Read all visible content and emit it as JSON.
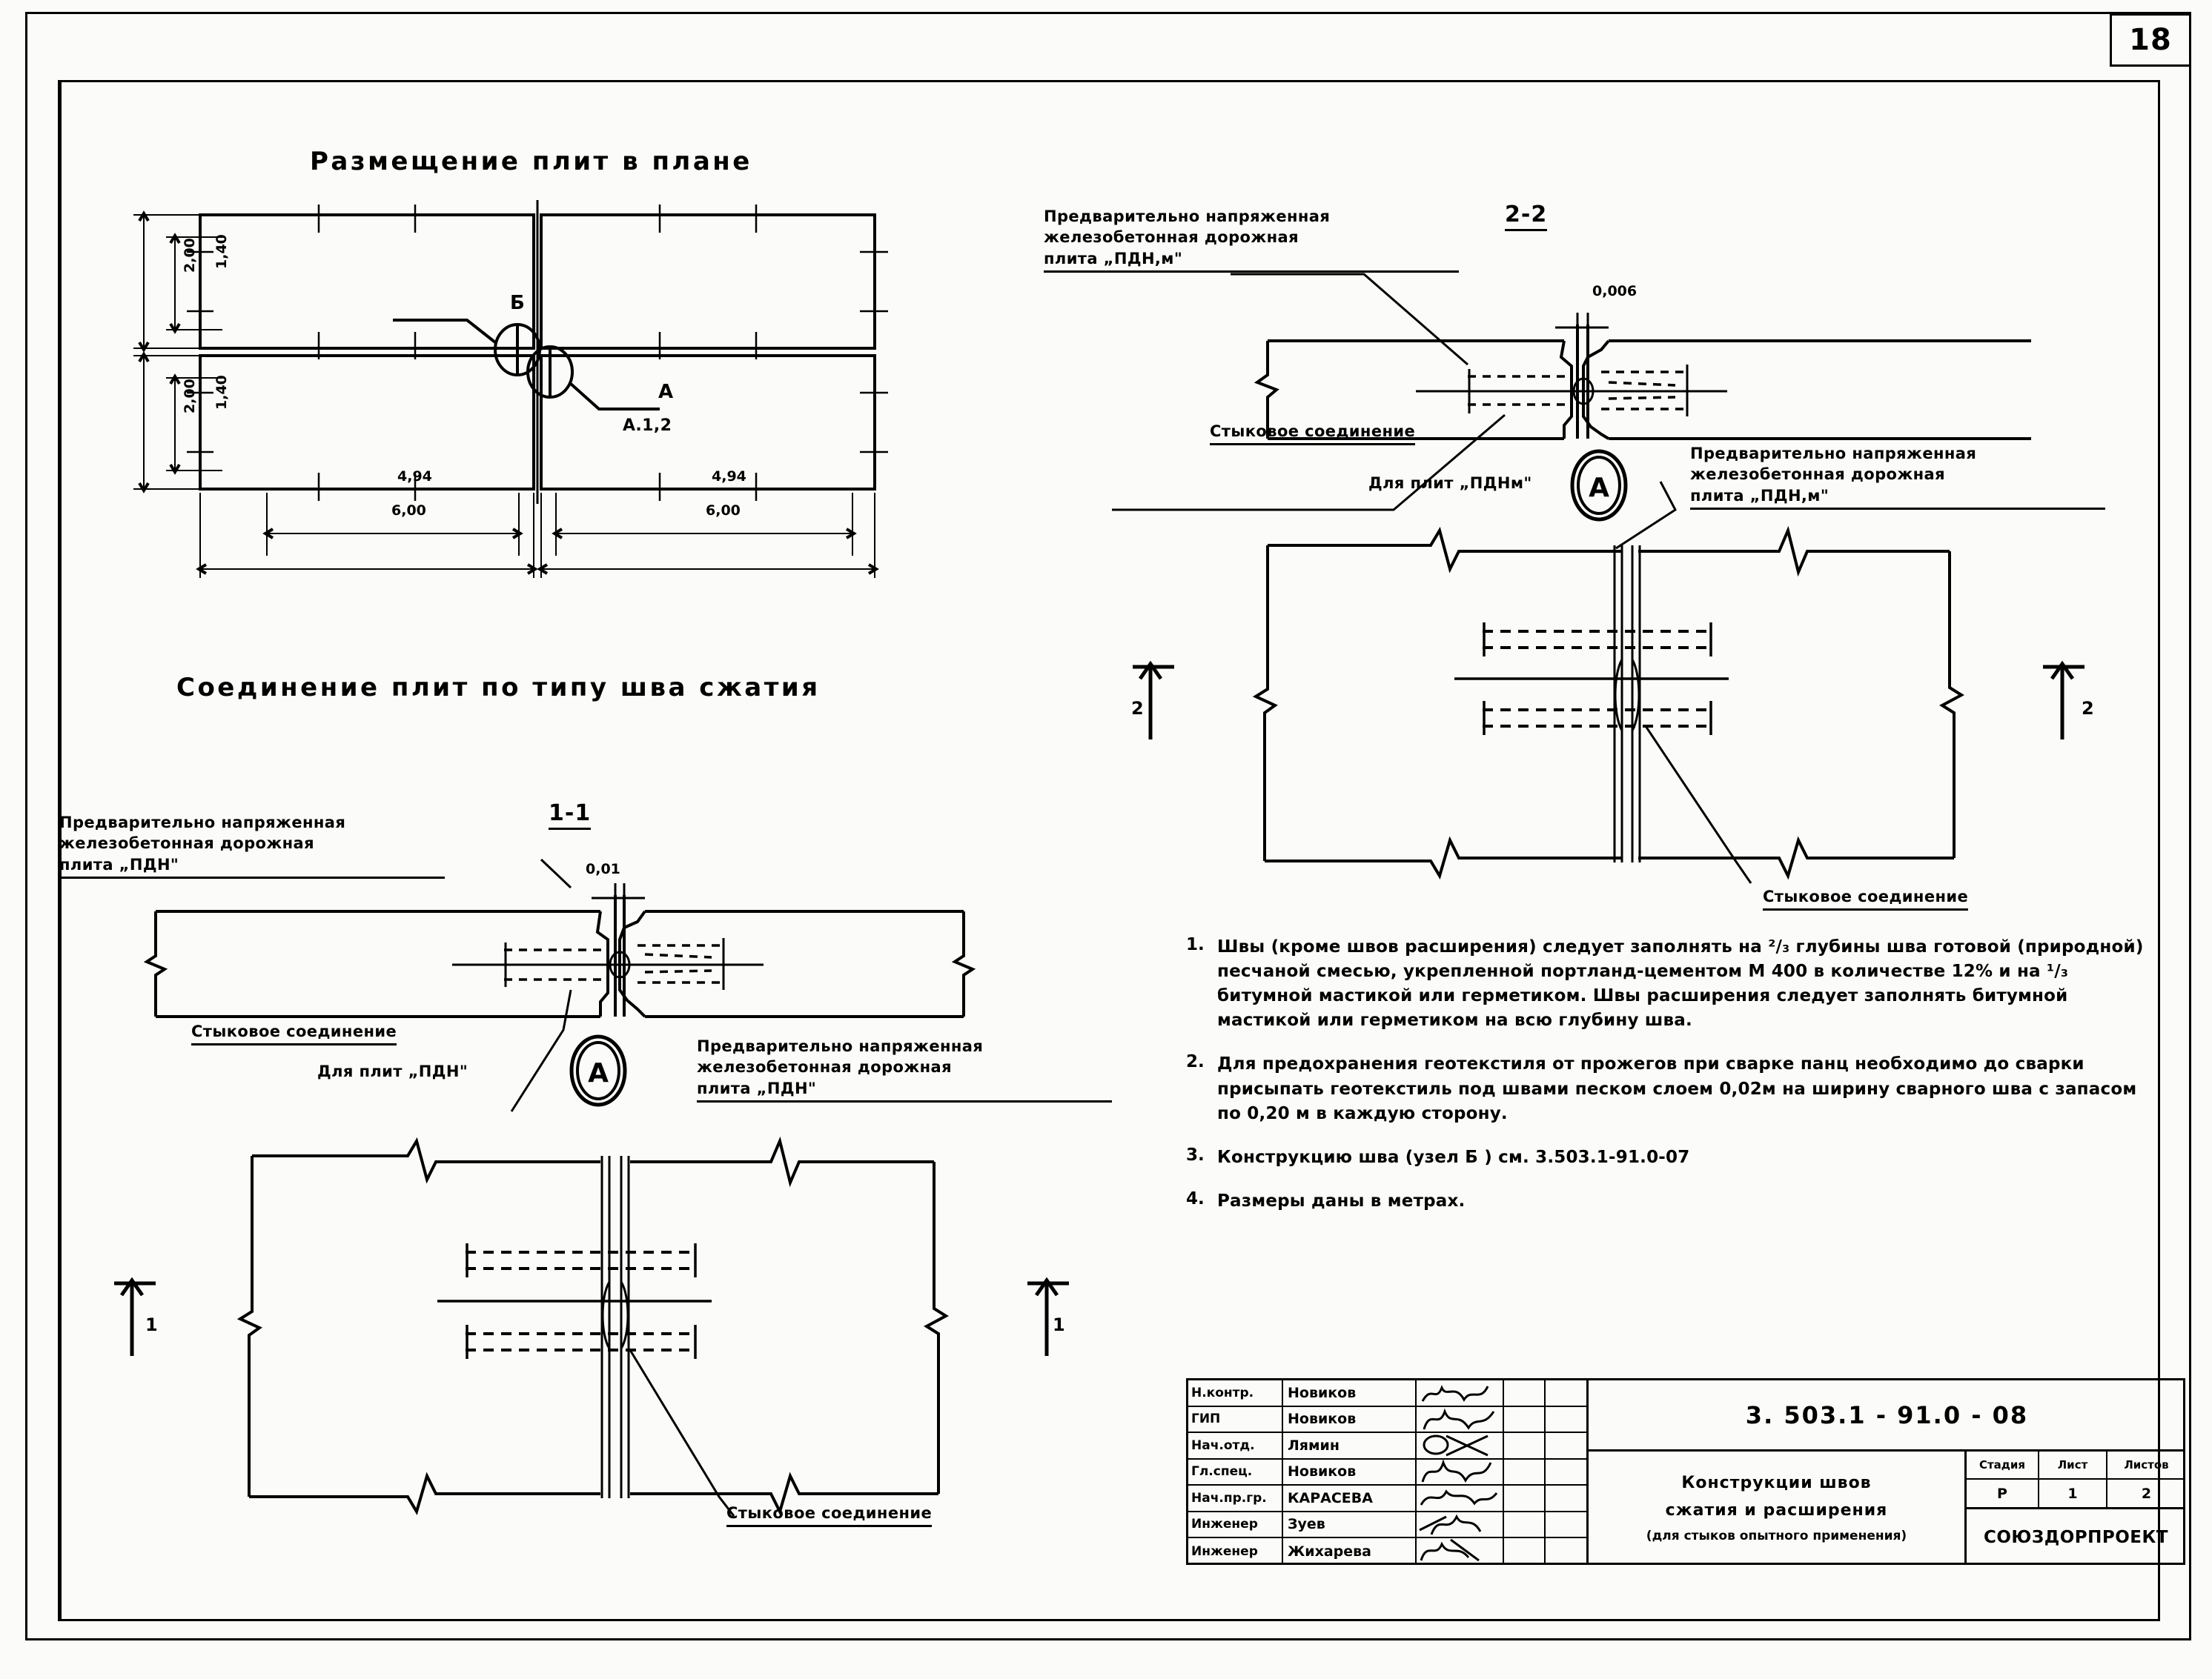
{
  "sheet": {
    "number": "18"
  },
  "sections": {
    "plan_title": "Размещение  плит  в   плане",
    "joint_title": "Соединение  плит по типу шва сжатия",
    "sec11": "1-1",
    "sec22": "2-2"
  },
  "plan": {
    "dim_v_outer_top": "2,00",
    "dim_v_inner_top": "1,40",
    "dim_v_outer_bot": "2,00",
    "dim_v_inner_bot": "1,40",
    "dim_h_inner_left": "4,94",
    "dim_h_outer_left": "6,00",
    "dim_h_inner_right": "4,94",
    "dim_h_outer_right": "6,00",
    "node_b": "Б",
    "node_a": "А",
    "node_a_sub": "А.1,2"
  },
  "labels": {
    "plate_pdn_l1": "Предварительно напряженная",
    "plate_pdn_l2": "железобетонная  дорожная",
    "plate_pdn_l3": "плита „ПДН\"",
    "plate_pdnm_l1": "Предварительно напряженная",
    "plate_pdnm_l2": "железобетонная  дорожная",
    "plate_pdnm_l3": "плита „ПДН,м\"",
    "joint_conn": "Стыковое соединение",
    "for_plates_pdn": "Для плит „ПДН\"",
    "for_plates_pdnm": "Для плит „ПДНм\"",
    "detail_a": "А",
    "dim_001": "0,01",
    "dim_0006": "0,006",
    "mark_1": "1",
    "mark_2": "2"
  },
  "notes": [
    {
      "num": "1.",
      "text": "Швы (кроме швов расширения) следует заполнять на ²/₃ глубины шва готовой (природной) песчаной  смесью, укрепленной портланд-цементом М 400 в количестве 12% и на ¹/₃ битумной мастикой или герметиком. Швы расширения  следует заполнять битумной мастикой или герметиком на всю глубину шва."
    },
    {
      "num": "2.",
      "text": "Для предохранения геотекстиля от прожегов при сварке панц необходимо до сварки присыпать геотекстиль под швами песком слоем 0,02м  на  ширину сварного шва с запасом по 0,20 м в каждую  сторону."
    },
    {
      "num": "3.",
      "text": "Конструкцию шва (узел  Б ) см.  3.503.1-91.0-07"
    },
    {
      "num": "4.",
      "text": "Размеры  даны  в  метрах."
    }
  ],
  "title_block": {
    "rows": [
      {
        "role": "Н.контр.",
        "name": "Новиков"
      },
      {
        "role": "ГИП",
        "name": "Новиков"
      },
      {
        "role": "Нач.отд.",
        "name": "Лямин"
      },
      {
        "role": "Гл.спец.",
        "name": "Новиков"
      },
      {
        "role": "Нач.пр.гр.",
        "name": "КАРАСЕВА"
      },
      {
        "role": "Инженер",
        "name": "Зуев"
      },
      {
        "role": "Инженер",
        "name": "Жихарева"
      }
    ],
    "code": "3. 503.1 - 91.0 - 08",
    "drawing_name_1": "Конструкции  швов",
    "drawing_name_2": "сжатия и расширения",
    "drawing_name_3": "(для стыков опытного применения)",
    "stage_hdr": "Стадия",
    "sheet_hdr": "Лист",
    "sheets_hdr": "Листов",
    "stage_val": "Р",
    "sheet_val": "1",
    "sheets_val": "2",
    "org": "СОЮЗДОРПРОЕКТ"
  }
}
